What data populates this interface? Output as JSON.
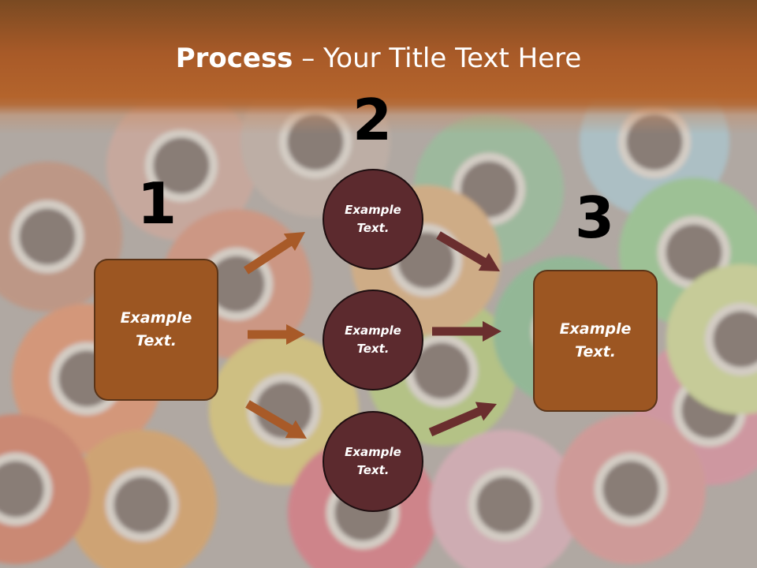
{
  "title": {
    "bold": "Process",
    "rest": " – Your Title Text Here"
  },
  "steps": {
    "one": "1",
    "two": "2",
    "three": "3"
  },
  "boxes": {
    "left": "Example\nText.",
    "right": "Example\nText."
  },
  "circles": {
    "top": "Example\nText.",
    "middle": "Example\nText.",
    "bottom": "Example\nText."
  },
  "colors": {
    "title_band": "#a85a28",
    "box_fill": "#9c5622",
    "circle_fill": "#5c2a2e",
    "arrow_left": "#a85a28",
    "arrow_right": "#6a2e2e"
  }
}
